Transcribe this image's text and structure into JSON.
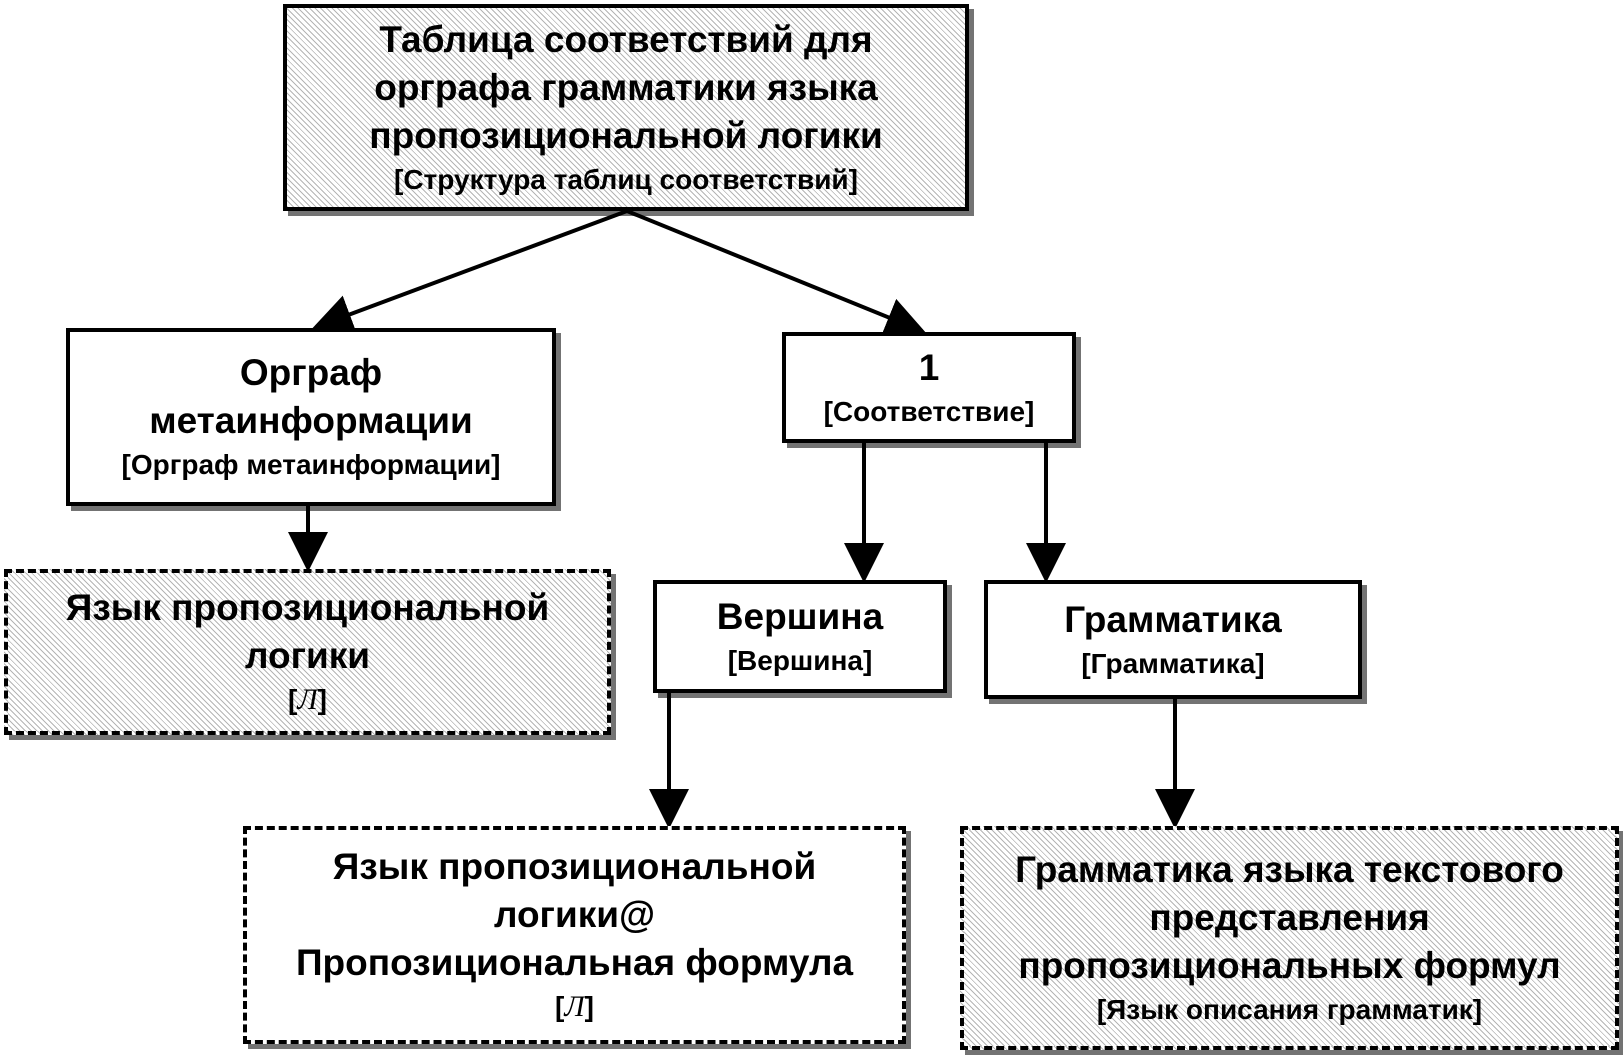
{
  "nodes": {
    "root": {
      "title": "Таблица соответствий для орграфа грамматики языка пропозициональной логики",
      "type": "[Структура таблиц соответствий]"
    },
    "metainfo": {
      "title": "Орграф метаинформации",
      "type": "[Орграф метаинформации]"
    },
    "correspondence": {
      "title": "1",
      "type": "[Соответствие]"
    },
    "lang_left": {
      "title": "Язык пропозициональной логики",
      "type_open": "[",
      "type_symbol": "Л",
      "type_close": "]"
    },
    "vertex": {
      "title": "Вершина",
      "type": "[Вершина]"
    },
    "grammar": {
      "title": "Грамматика",
      "type": "[Грамматика]"
    },
    "lang_formula": {
      "title_line1": "Язык пропозициональной",
      "title_line2": "логики@",
      "title_line3": "Пропозициональная формула",
      "type_open": "[",
      "type_symbol": "Л",
      "type_close": "]"
    },
    "grammar_lang": {
      "title": "Грамматика языка текстового представления пропозициональных формул",
      "type": "[Язык описания грамматик]"
    }
  },
  "edges": [
    {
      "from": "root",
      "to": "metainfo"
    },
    {
      "from": "root",
      "to": "correspondence"
    },
    {
      "from": "metainfo",
      "to": "lang_left"
    },
    {
      "from": "correspondence",
      "to": "vertex"
    },
    {
      "from": "correspondence",
      "to": "grammar"
    },
    {
      "from": "vertex",
      "to": "lang_formula"
    },
    {
      "from": "grammar",
      "to": "grammar_lang"
    }
  ]
}
